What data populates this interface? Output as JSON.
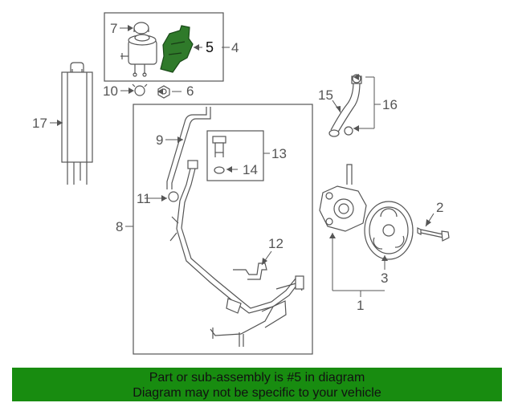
{
  "diagram": {
    "highlight_part": "5",
    "highlight_color": "#2f7a2a",
    "callouts": {
      "c1": "1",
      "c2": "2",
      "c3": "3",
      "c4": "4",
      "c5": "5",
      "c6": "6",
      "c7": "7",
      "c8": "8",
      "c9": "9",
      "c10": "10",
      "c11": "11",
      "c12": "12",
      "c13": "13",
      "c14": "14",
      "c15": "15",
      "c16": "16",
      "c17": "17"
    }
  },
  "banner": {
    "line1": "Part or sub-assembly is #5 in diagram",
    "line2": "Diagram may not be specific to your vehicle",
    "background": "#188c10"
  }
}
